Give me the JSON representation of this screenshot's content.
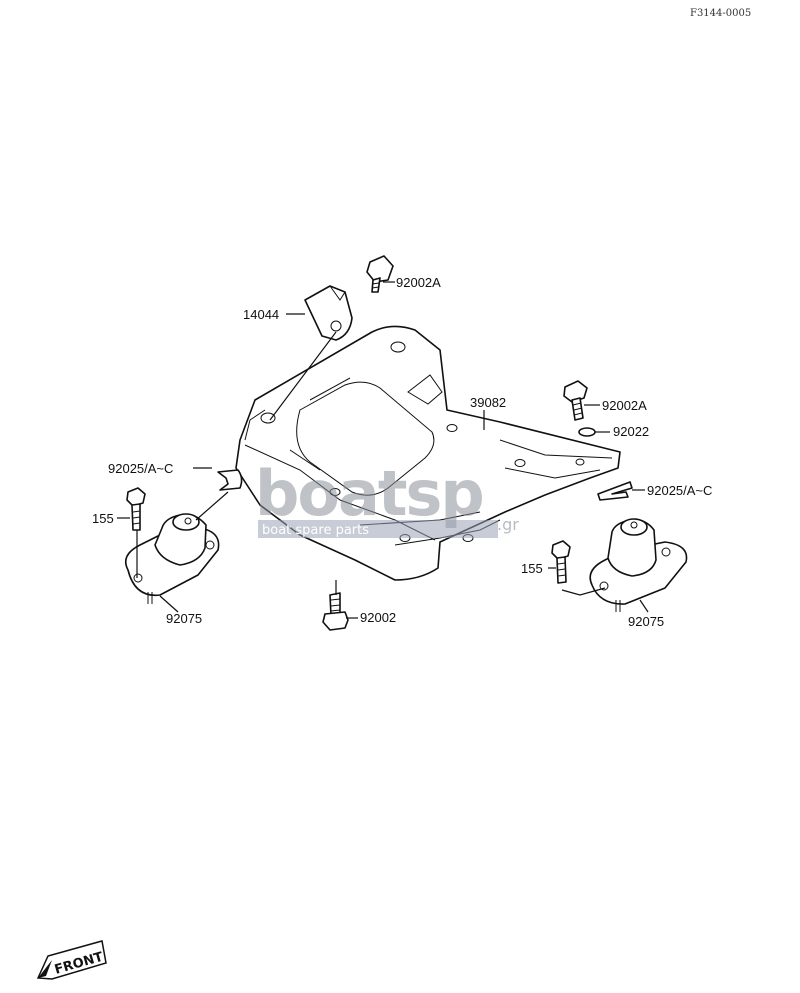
{
  "figure_ref": "F3144-0005",
  "labels": {
    "p92002A_top": "92002A",
    "p14044": "14044",
    "p39082": "39082",
    "p92002A_right": "92002A",
    "p92022": "92022",
    "p92025_left": "92025/A~C",
    "p92025_right": "92025/A~C",
    "p155_left": "155",
    "p155_right": "155",
    "p92075_left": "92075",
    "p92075_right": "92075",
    "p92002": "92002"
  },
  "watermark": {
    "main": "boatsp",
    "tld": ".gr",
    "tagline": "boat spare parts"
  },
  "front_marker": "FRONT"
}
